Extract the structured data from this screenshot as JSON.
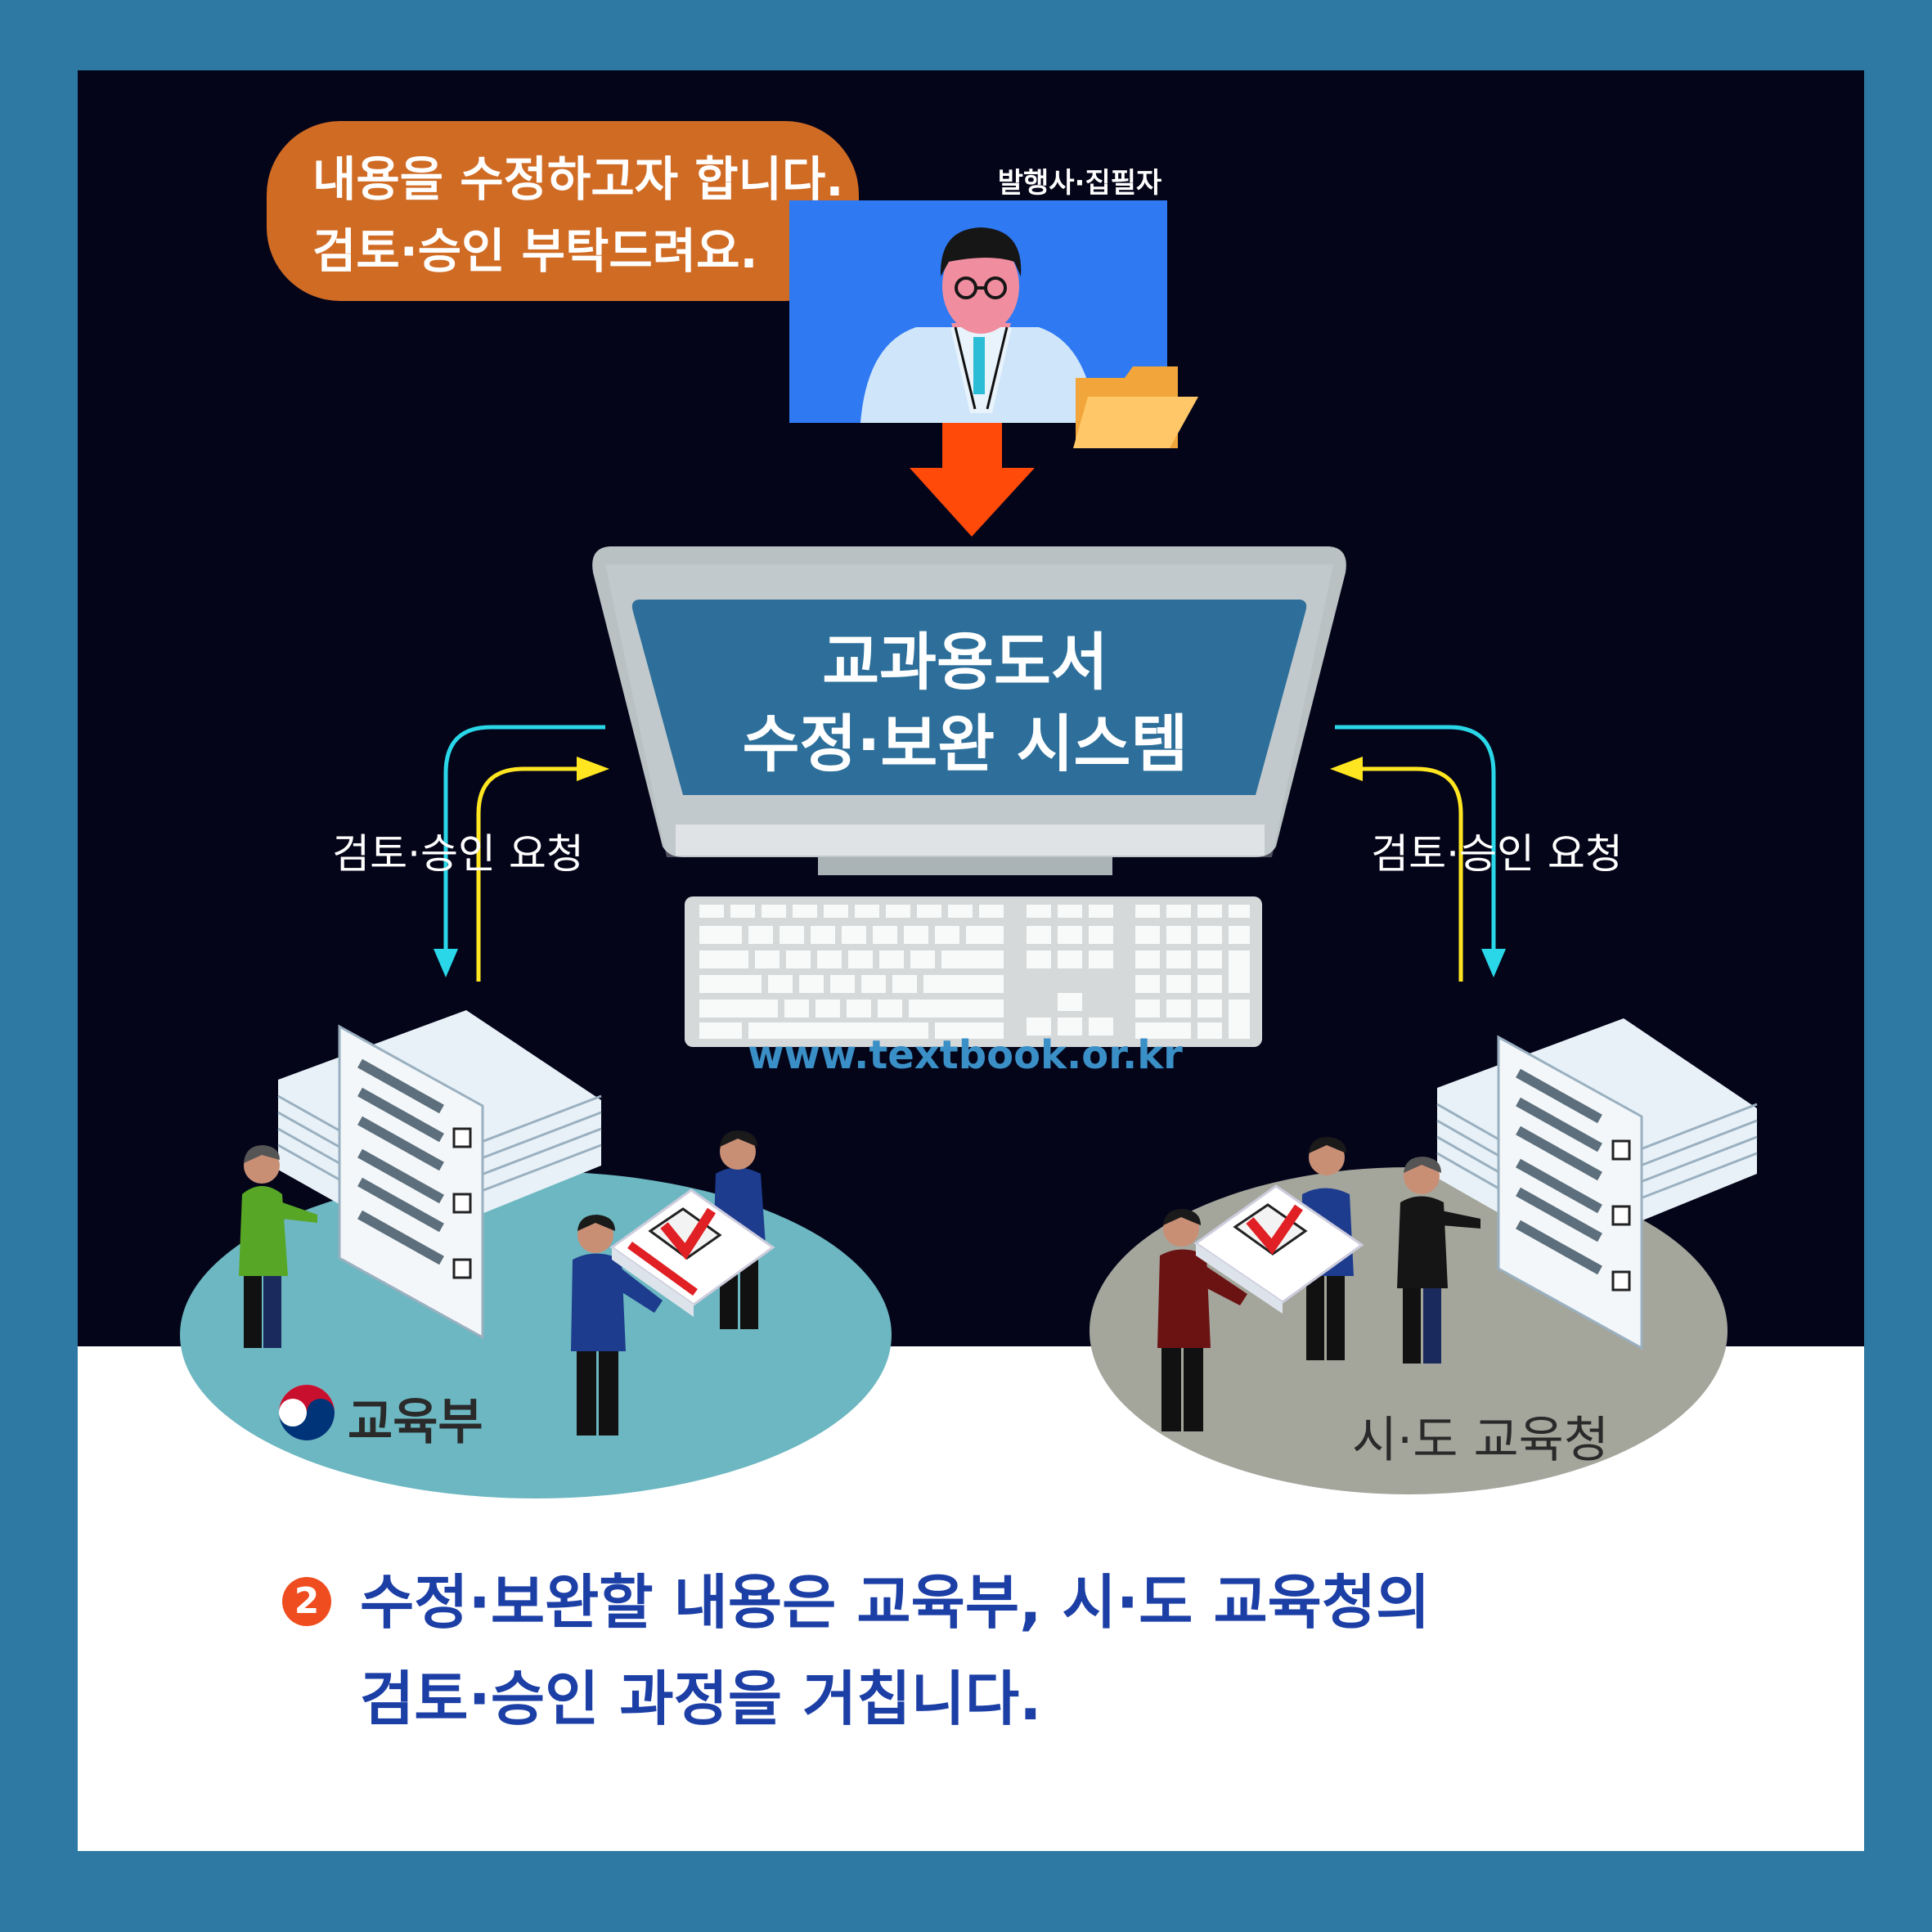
{
  "speech_bubble": {
    "line1": "내용을 수정하고자 합니다.",
    "line2": "검토·승인 부탁드려요."
  },
  "role_label": "발행사·집필자",
  "system": {
    "title_line1": "교과용도서",
    "title_line2": "수정·보완 시스템",
    "url": "www.textbook.or.kr"
  },
  "flows": {
    "left_label": "검토·승인 요청",
    "right_label": "검토·승인 요청"
  },
  "organizations": {
    "left": "교육부",
    "right": "시·도 교육청"
  },
  "caption": {
    "number": "2",
    "line1": "수정·보완할 내용은 교육부, 시·도 교육청의",
    "line2": "검토·승인 과정을 거칩니다."
  },
  "colors": {
    "frame": "#2e79a4",
    "night_bg": "#05051a",
    "bubble": "#d06b24",
    "arrow_down": "#ff4a0a",
    "flow_cyan": "#29d7e8",
    "flow_yellow": "#ffe620",
    "caption_blue": "#1c3fa6",
    "moe_platform": "#6cb7c1",
    "office_platform": "#a4a69c"
  }
}
